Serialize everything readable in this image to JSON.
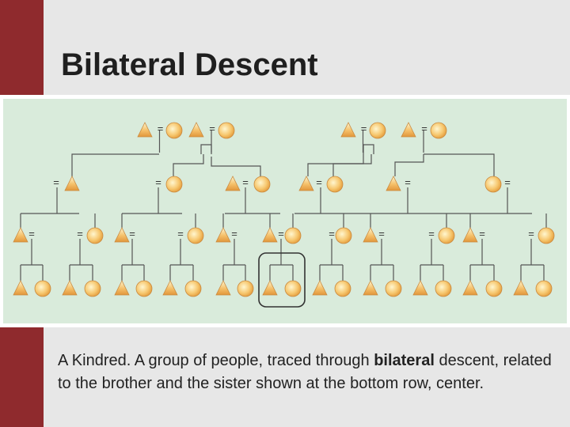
{
  "slide": {
    "title": "Bilateral Descent",
    "accent_color": "#8f2a2d"
  },
  "diagram": {
    "type": "kinship-chart",
    "background_color": "#d9ebdb",
    "male_symbol": "triangle",
    "female_symbol": "circle",
    "marriage_symbol": "=",
    "highlight": "sibling pair at bottom row, center"
  },
  "caption": {
    "part1": "A Kindred.  A group of people, traced through ",
    "bold": "bilateral",
    "part2": " descent, related to the brother and the sister shown at the bottom row, center."
  }
}
